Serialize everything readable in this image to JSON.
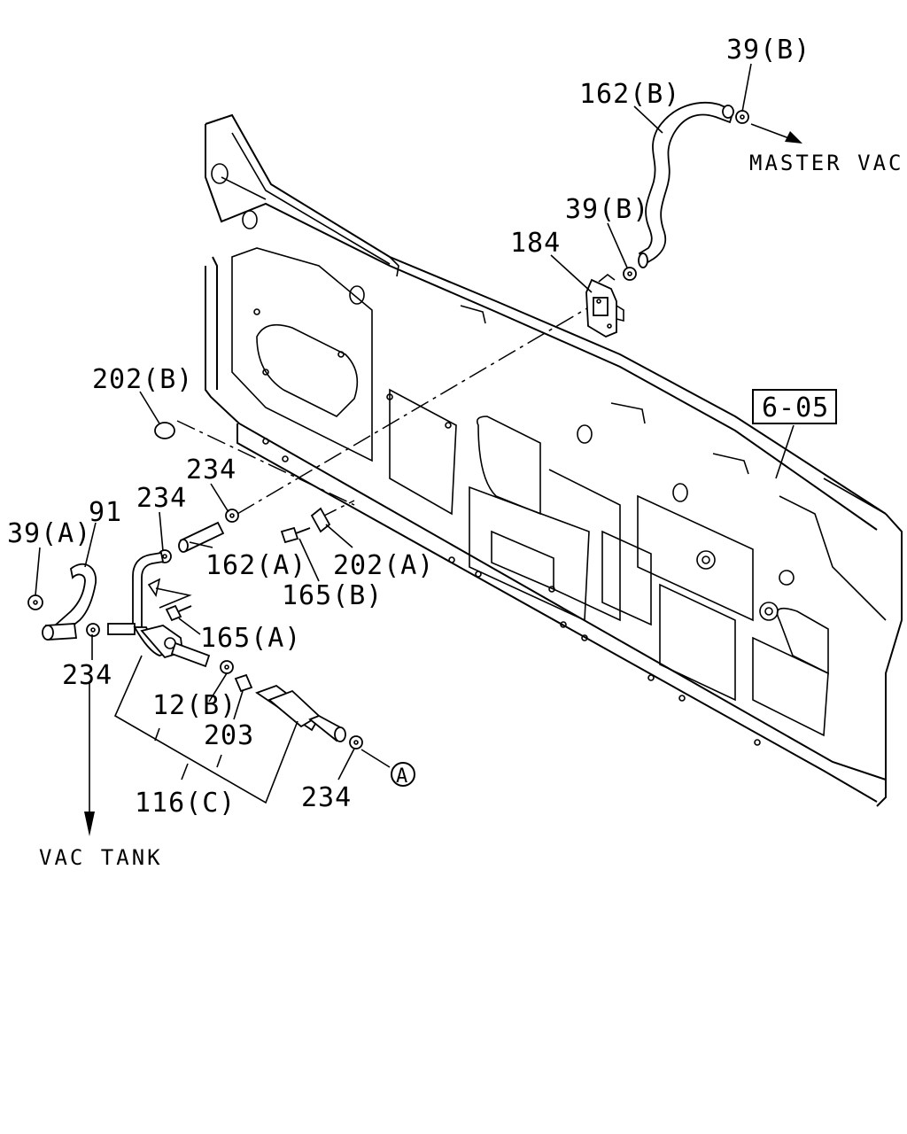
{
  "labels": {
    "p39b_top": "39(B)",
    "p162b": "162(B)",
    "master_vac": "MASTER VAC",
    "p39b_mid": "39(B)",
    "p184": "184",
    "p202b": "202(B)",
    "ref605": "6-05",
    "p234_a": "234",
    "p234_b": "234",
    "p91": "91",
    "p39a": "39(A)",
    "p162a": "162(A)",
    "p202a": "202(A)",
    "p165b": "165(B)",
    "p165a": "165(A)",
    "p234_c": "234",
    "p12b": "12(B)",
    "p203": "203",
    "p116c": "116(C)",
    "p234_d": "234",
    "callout_a": "A",
    "vac_tank": "VAC TANK"
  }
}
